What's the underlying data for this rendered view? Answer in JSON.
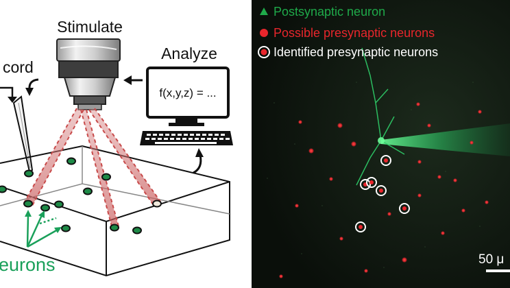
{
  "left_panel": {
    "stimulate_label": "Stimulate",
    "analyze_label": "Analyze",
    "record_label_partial": "cord",
    "neurons_label_partial": "eurons",
    "formula_text": "f(x,y,z) = ..."
  },
  "right_panel": {
    "legend": [
      {
        "label": "Postsynaptic neuron",
        "symbol": "triangle",
        "color": "#1faa4a"
      },
      {
        "label": "Possible presynaptic neurons",
        "symbol": "dot",
        "color": "#e8262c"
      },
      {
        "label": "Identified presynaptic neurons",
        "symbol": "ringed-dot",
        "color": "#ffffff"
      }
    ],
    "scale_bar_label": "50 μ"
  },
  "colors": {
    "neuron_green": "#1e8a47",
    "laser_red": "#c74444",
    "arrow_green": "#1aa05a",
    "micrograph_bg": "#0d130d"
  }
}
